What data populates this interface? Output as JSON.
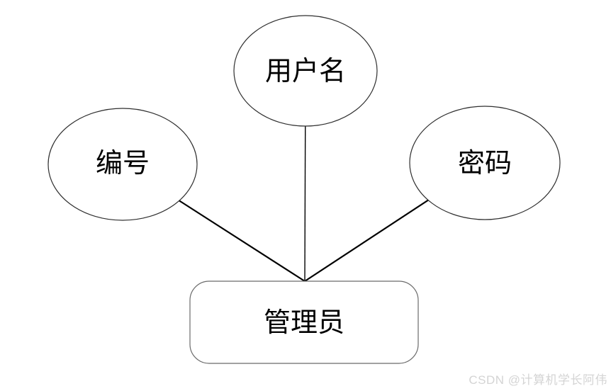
{
  "diagram": {
    "type": "er-attribute-diagram",
    "entity": {
      "label": "管理员"
    },
    "attributes": [
      {
        "label": "编号",
        "position": "left"
      },
      {
        "label": "用户名",
        "position": "top"
      },
      {
        "label": "密码",
        "position": "right"
      }
    ],
    "connections": [
      {
        "from": "编号",
        "to": "管理员"
      },
      {
        "from": "用户名",
        "to": "管理员"
      },
      {
        "from": "密码",
        "to": "管理员"
      }
    ]
  },
  "colors": {
    "background": "#ffffff",
    "connector": "#000000",
    "ellipse_stroke": "#2f2f2f",
    "entity_stroke": "#6b6b6b",
    "text": "#000000",
    "watermark": "#d4d4d4"
  },
  "watermark": {
    "text": "CSDN @计算机学长阿伟"
  }
}
